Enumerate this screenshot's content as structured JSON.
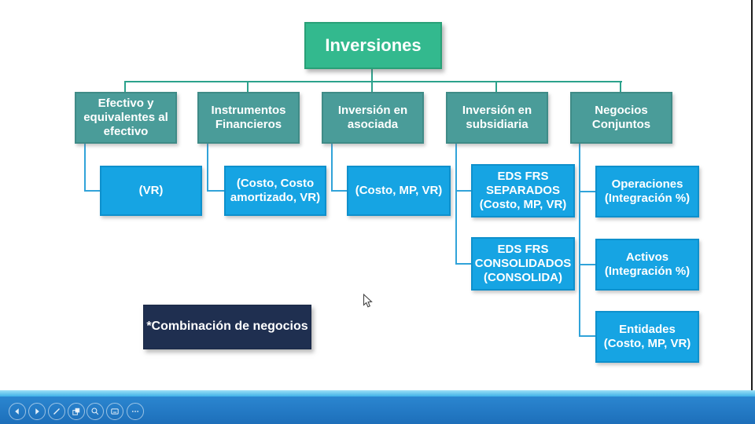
{
  "slide": {
    "title_box": "Inversiones",
    "branches": [
      {
        "label": "Efectivo y equivalentes al efectivo",
        "children": [
          "(VR)"
        ]
      },
      {
        "label": "Instrumentos Financieros",
        "children": [
          "(Costo, Costo amortizado, VR)"
        ]
      },
      {
        "label": "Inversión en asociada",
        "children": [
          "(Costo, MP, VR)"
        ]
      },
      {
        "label": "Inversión en subsidiaria",
        "children": [
          "EDS FRS SEPARADOS (Costo, MP, VR)",
          "EDS FRS CONSOLIDADOS (CONSOLIDA)"
        ]
      },
      {
        "label": "Negocios Conjuntos",
        "children": [
          "Operaciones (Integración %)",
          "Activos (Integración %)",
          "Entidades (Costo, MP, VR)"
        ]
      }
    ],
    "note": "*Combinación de negocios"
  },
  "toolbar": {
    "icons": [
      "previous-slide",
      "next-slide",
      "pen-annotate",
      "see-all-slides",
      "zoom-slide",
      "display-settings",
      "more-options"
    ]
  },
  "colors": {
    "root_box": "#33b98e",
    "branch_box": "#4a9c99",
    "leaf_box": "#16a4e3",
    "note_box": "#1f2f50",
    "connector_top": "#2ca28c",
    "connector_leaf": "#31a3d9",
    "toolbar_bar": "#2176c4",
    "toolbar_accent": "#5ec8f2"
  }
}
